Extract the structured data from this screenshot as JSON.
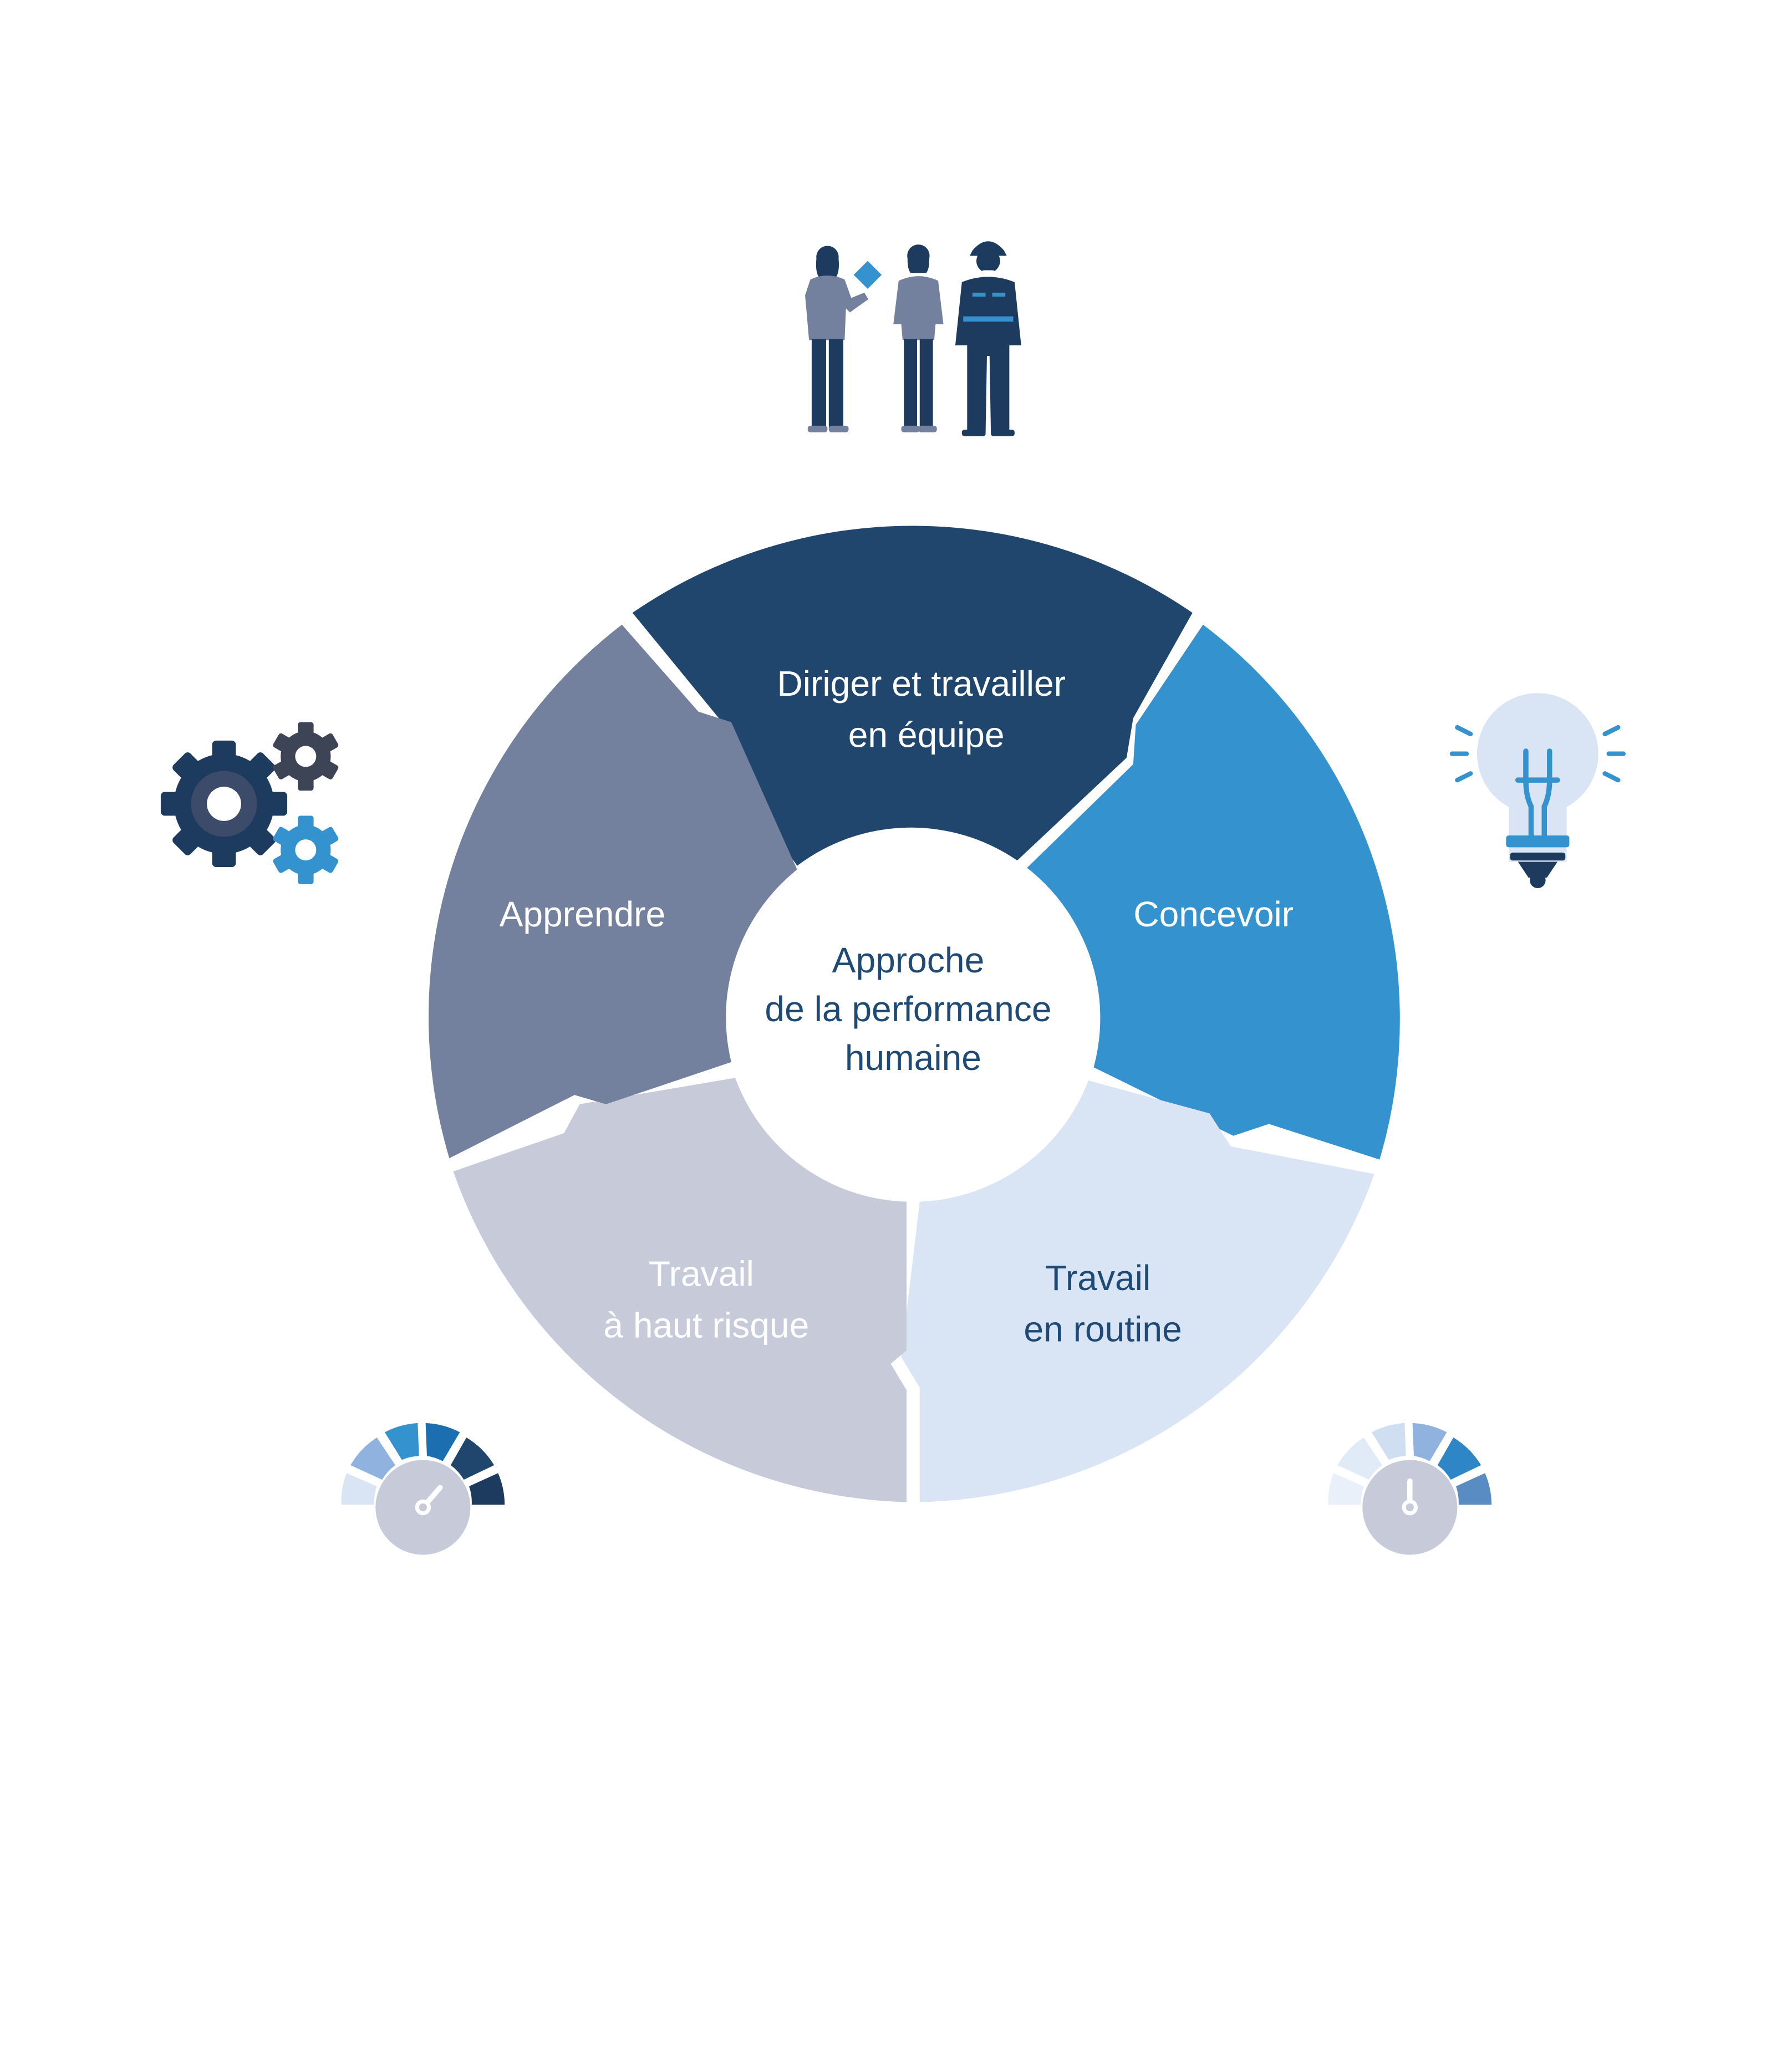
{
  "diagram": {
    "center": {
      "lines": [
        "Approche",
        "de la performance",
        "humaine"
      ],
      "color": "#1f4a75"
    },
    "segments": [
      {
        "id": "diriger",
        "lines": [
          "Diriger et travailler",
          "en équipe"
        ],
        "fill": "#21466e",
        "text_color": "#ffffff"
      },
      {
        "id": "concevoir",
        "lines": [
          "Concevoir"
        ],
        "fill": "#3492ce",
        "text_color": "#ffffff"
      },
      {
        "id": "routine",
        "lines": [
          "Travail",
          "en routine"
        ],
        "fill": "#d9e5f5",
        "text_color": "#1f4a75"
      },
      {
        "id": "haut-risque",
        "lines": [
          "Travail",
          "à haut risque"
        ],
        "fill": "#c7cad9",
        "text_color": "#ffffff"
      },
      {
        "id": "apprendre",
        "lines": [
          "Apprendre"
        ],
        "fill": "#74819e",
        "text_color": "#ffffff"
      }
    ],
    "icons": {
      "top": "people-group-icon",
      "left": "gears-icon",
      "right": "lightbulb-icon",
      "bottom_left": "gauge-high-icon",
      "bottom_right": "gauge-low-icon"
    },
    "colors": {
      "navy": "#1d3a5f",
      "blue": "#3492ce",
      "slate": "#74819e",
      "gray": "#c7cad9",
      "pale": "#d9e5f5"
    }
  }
}
